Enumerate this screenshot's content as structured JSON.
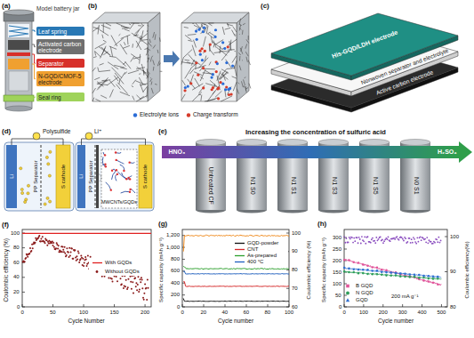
{
  "diagram": {
    "nodes": [
      {
        "text": [
          "Leaf spring"
        ]
      },
      {
        "text": [
          "Activated carbon electrode"
        ]
      },
      {
        "text": [
          "Separator"
        ]
      },
      {
        "text": [
          "N-GQD/CMOF-5 electrode"
        ]
      },
      {
        "text": [
          "Seal ring"
        ]
      },
      {
        "text": [
          "Untreated CF"
        ]
      },
      {
        "text": [
          "N1 S0"
        ]
      },
      {
        "text": [
          "N1 S1"
        ]
      },
      {
        "text": [
          "N1 S3"
        ]
      },
      {
        "text": [
          "N1 S5"
        ]
      },
      {
        "text": [
          "N0 S1"
        ]
      }
    ],
    "labels": [
      "(a)",
      "Model battery jar",
      "(b)",
      "Electrolyte ions",
      "Charge transform",
      "(c)",
      "His-GQD/LDH electrode",
      "Nonwoven separator and electrolyte",
      "Active carbon electrode",
      "(d)",
      "Polysulfide",
      "Li⁺",
      "Li",
      "PP Separator",
      "S cathode",
      "Li",
      "PP Separator",
      "S cathode",
      "MWCNTs/GQDs",
      "(e)",
      "Increasing the concentration of sulfuric acid",
      "HNO₃",
      "H₂SO₄",
      "(f)",
      "0",
      "20",
      "40",
      "60",
      "80",
      "100",
      "0",
      "50",
      "100",
      "150",
      "200",
      "Coulombic efficiency (%)",
      "Cycle Number",
      "(g)",
      "0",
      "200",
      "400",
      "600",
      "800",
      "1,000",
      "1,200",
      "60",
      "70",
      "80",
      "90",
      "100",
      "0",
      "20",
      "40",
      "60",
      "80",
      "100",
      "Specific capacity (mAh g⁻¹)",
      "Coulombic efficiency (%)",
      "Cycle number",
      "(h)",
      "0",
      "50",
      "100",
      "150",
      "200",
      "250",
      "300",
      "80",
      "90",
      "100",
      "0",
      "100",
      "200",
      "300",
      "400",
      "500",
      "Specific capacity (mAh g⁻¹)",
      "Coulombic efficiency(%)",
      "Cycle number",
      "200 mA g⁻¹"
    ],
    "legend": [
      {
        "text": "With GQDs"
      },
      {
        "text": "Without GQDs"
      },
      {
        "text": "GQD-powder"
      },
      {
        "text": "CNT"
      },
      {
        "text": "As-prepared"
      },
      {
        "text": "400 °C"
      },
      {
        "text": "B GQD"
      },
      {
        "text": "N GQD"
      },
      {
        "text": "GQD"
      }
    ]
  }
}
